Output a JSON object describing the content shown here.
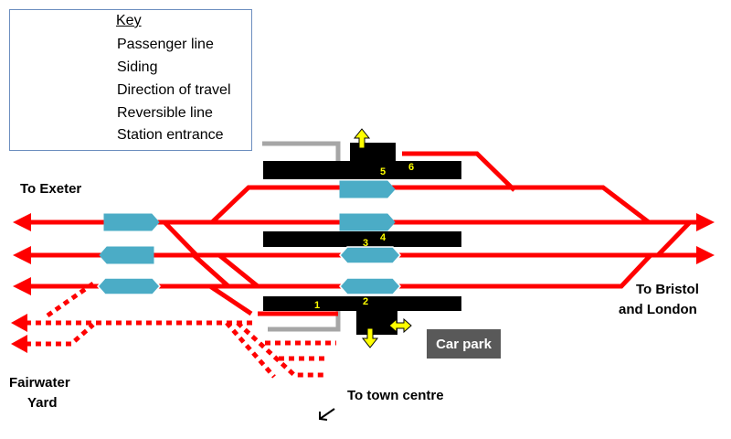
{
  "key": {
    "title": "Key",
    "passenger_line": "Passenger line",
    "siding": "Siding",
    "direction": "Direction of travel",
    "reversible": "Reversible line",
    "entrance": "Station entrance"
  },
  "labels": {
    "exeter": "To Exeter",
    "bristol_1": "To Bristol",
    "bristol_2": "and London",
    "fairwater_1": "Fairwater",
    "fairwater_2": "Yard",
    "town": "To town centre",
    "carpark": "Car park"
  },
  "platforms": [
    "1",
    "2",
    "3",
    "4",
    "5",
    "6"
  ],
  "colors": {
    "track": "#ff0000",
    "platform": "#000000",
    "arrow": "#4bacc6",
    "entrance": "#ffff00",
    "grey_track": "#a6a6a6",
    "key_border": "#6c8ebf"
  }
}
